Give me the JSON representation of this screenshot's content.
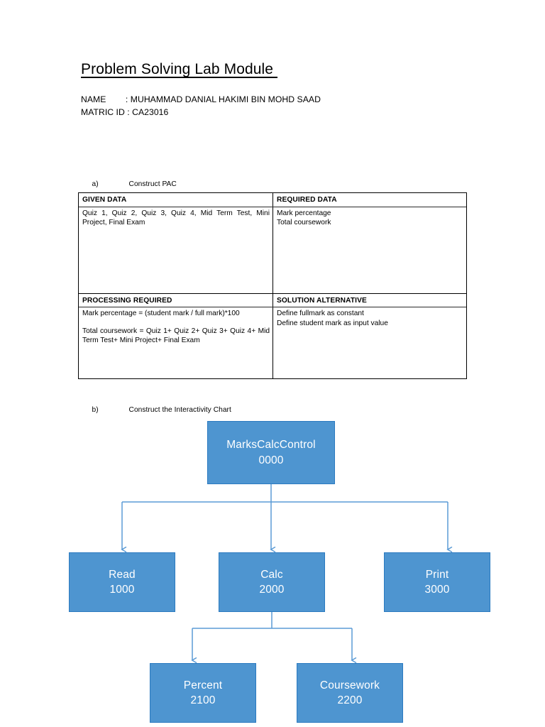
{
  "document": {
    "title": "Problem Solving Lab Module ",
    "identity": {
      "name_line": "NAME        : MUHAMMAD DANIAL HAKIMI BIN MOHD SAAD",
      "matric_line": "MATRIC ID : CA23016"
    }
  },
  "sections": {
    "a": {
      "marker": "a)",
      "text": "Construct PAC"
    },
    "b": {
      "marker": "b)",
      "text": "Construct the Interactivity Chart"
    }
  },
  "pac": {
    "given_data": {
      "header": "GIVEN DATA",
      "text": "Quiz 1, Quiz 2, Quiz 3, Quiz 4, Mid Term Test, Mini Project, Final Exam"
    },
    "required_data": {
      "header": "REQUIRED DATA",
      "line1": "Mark percentage",
      "line2": "Total coursework"
    },
    "processing_required": {
      "header": "PROCESSING REQUIRED",
      "line1": "Mark percentage = (student mark / full mark)*100",
      "line2": "Total coursework = Quiz 1+ Quiz 2+ Quiz 3+ Quiz 4+ Mid Term Test+ Mini Project+ Final Exam"
    },
    "solution_alternative": {
      "header": "SOLUTION ALTERNATIVE",
      "line1": "Define fullmark as constant",
      "line2": "Define student mark as input value"
    }
  },
  "chart_data": {
    "type": "diagram",
    "title": "Construct the Interactivity Chart",
    "colors": {
      "node_fill": "#4e95d0",
      "node_border": "#2b7ac0",
      "connector": "#5b9bd5",
      "node_text": "#ffffff"
    },
    "nodes": [
      {
        "id": "root",
        "name": "MarksCalcControl",
        "code": "0000",
        "level": 0
      },
      {
        "id": "read",
        "name": "Read",
        "code": "1000",
        "level": 1
      },
      {
        "id": "calc",
        "name": "Calc",
        "code": "2000",
        "level": 1
      },
      {
        "id": "print",
        "name": "Print",
        "code": "3000",
        "level": 1
      },
      {
        "id": "percent",
        "name": "Percent",
        "code": "2100",
        "level": 2
      },
      {
        "id": "coursework",
        "name": "Coursework",
        "code": "2200",
        "level": 2
      }
    ],
    "edges": [
      {
        "from": "root",
        "to": "read"
      },
      {
        "from": "root",
        "to": "calc"
      },
      {
        "from": "root",
        "to": "print"
      },
      {
        "from": "calc",
        "to": "percent"
      },
      {
        "from": "calc",
        "to": "coursework"
      }
    ]
  }
}
